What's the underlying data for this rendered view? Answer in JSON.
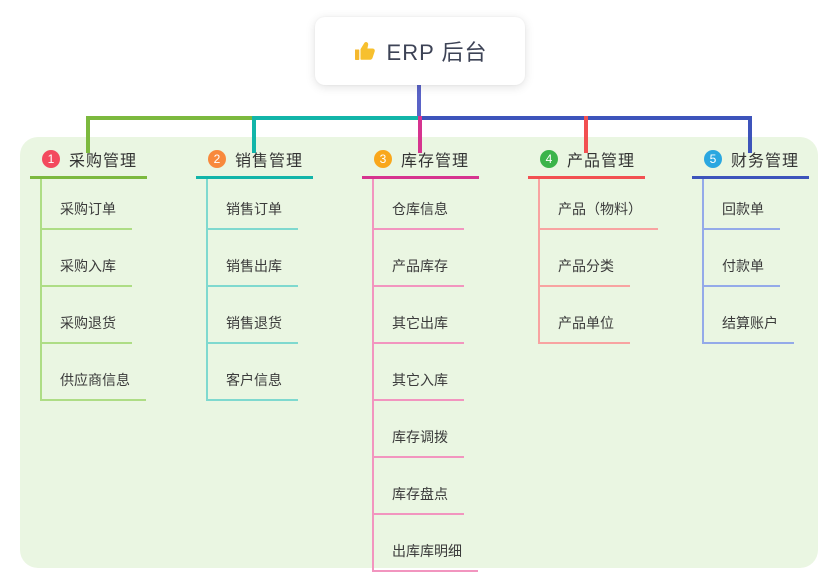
{
  "root": {
    "icon": "thumbs-up-icon",
    "label": "ERP 后台"
  },
  "connector_colors": {
    "root_drop": "#5a63c7",
    "bus_right": "#3d54bb"
  },
  "branches": [
    {
      "num": "1",
      "label": "采购管理",
      "badge_color": "#f34a5e",
      "line_color": "#7cb93e",
      "child_line_color": "#aedd85",
      "children": [
        "采购订单",
        "采购入库",
        "采购退货",
        "供应商信息"
      ]
    },
    {
      "num": "2",
      "label": "销售管理",
      "badge_color": "#f8893c",
      "line_color": "#12b5a9",
      "child_line_color": "#7fd9cf",
      "children": [
        "销售订单",
        "销售出库",
        "销售退货",
        "客户信息"
      ]
    },
    {
      "num": "3",
      "label": "库存管理",
      "badge_color": "#f9a71b",
      "line_color": "#d6348f",
      "child_line_color": "#f295bf",
      "children": [
        "仓库信息",
        "产品库存",
        "其它出库",
        "其它入库",
        "库存调拨",
        "库存盘点",
        "出库库明细"
      ]
    },
    {
      "num": "4",
      "label": "产品管理",
      "badge_color": "#3bb44a",
      "line_color": "#f25051",
      "child_line_color": "#f8a3a1",
      "children": [
        "产品（物料）",
        "产品分类",
        "产品单位"
      ]
    },
    {
      "num": "5",
      "label": "财务管理",
      "badge_color": "#2aa7e0",
      "line_color": "#3d54bb",
      "child_line_color": "#94aae9",
      "children": [
        "回款单",
        "付款单",
        "结算账户"
      ]
    }
  ]
}
